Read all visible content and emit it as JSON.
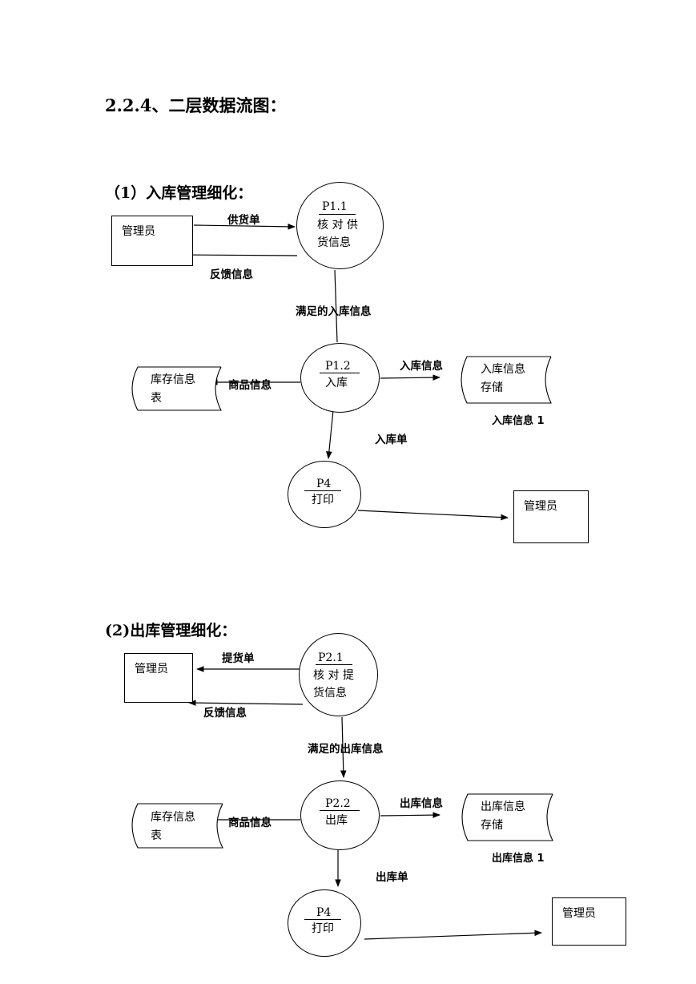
{
  "title": "2.2.4、二层数据流图：",
  "section1": {
    "heading": "（1）入库管理细化：",
    "admin_top": "管理员",
    "admin_bottom": "管理员",
    "p11": {
      "id": "P1.1",
      "line1": "核 对 供",
      "line2": "货信息"
    },
    "p12": {
      "id": "P1.2",
      "line1": "入库"
    },
    "p4": {
      "id": "P4",
      "line1": "打印"
    },
    "store_left": {
      "line1": "库存信息",
      "line2": "表"
    },
    "store_right": {
      "line1": "入库信息",
      "line2": "存储",
      "tag": "入库信息 1"
    },
    "flows": {
      "supply": "供货单",
      "feedback": "反馈信息",
      "satisfied": "满足的入库信息",
      "goods": "商品信息",
      "inbound_info": "入库信息",
      "inbound_order": "入库单"
    }
  },
  "section2": {
    "heading": "(2)出库管理细化：",
    "admin_top": "管理员",
    "admin_bottom": "管理员",
    "p21": {
      "id": "P2.1",
      "line1": "核 对 提",
      "line2": "货信息"
    },
    "p22": {
      "id": "P2.2",
      "line1": "出库"
    },
    "p4": {
      "id": "P4",
      "line1": "打印"
    },
    "store_left": {
      "line1": "库存信息",
      "line2": "表"
    },
    "store_right": {
      "line1": "出库信息",
      "line2": "存储",
      "tag": "出库信息 1"
    },
    "flows": {
      "pickup": "提货单",
      "feedback": "反馈信息",
      "satisfied": "满足的出库信息",
      "goods": "商品信息",
      "outbound_info": "出库信息",
      "outbound_order": "出库单"
    }
  }
}
